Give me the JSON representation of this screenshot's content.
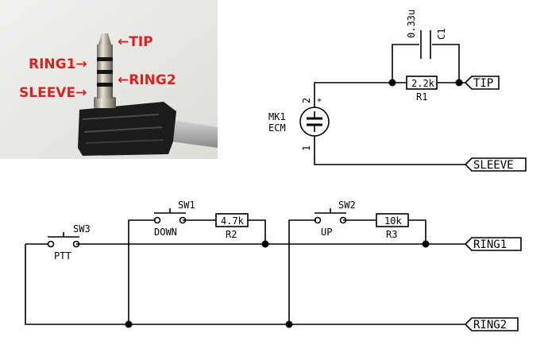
{
  "photo": {
    "labels": {
      "tip": "←TIP",
      "ring1": "RING1→",
      "ring2": "←RING2",
      "sleeve": "SLEEVE→"
    },
    "label_color": "#e02020"
  },
  "schematic": {
    "c1": {
      "ref": "C1",
      "value": "0.33u"
    },
    "r1": {
      "ref": "R1",
      "value": "2.2k"
    },
    "r2": {
      "ref": "R2",
      "value": "4.7k"
    },
    "r3": {
      "ref": "R3",
      "value": "10k"
    },
    "mk1": {
      "ref": "MK1",
      "value": "ECM",
      "pin_plus": "2",
      "pin_minus": "1",
      "plus_sign": "+"
    },
    "sw1": {
      "ref": "SW1",
      "value": "DOWN"
    },
    "sw2": {
      "ref": "SW2",
      "value": "UP"
    },
    "sw3": {
      "ref": "SW3",
      "value": "PTT"
    },
    "ports": {
      "tip": "TIP",
      "sleeve": "SLEEVE",
      "ring1": "RING1",
      "ring2": "RING2"
    }
  }
}
